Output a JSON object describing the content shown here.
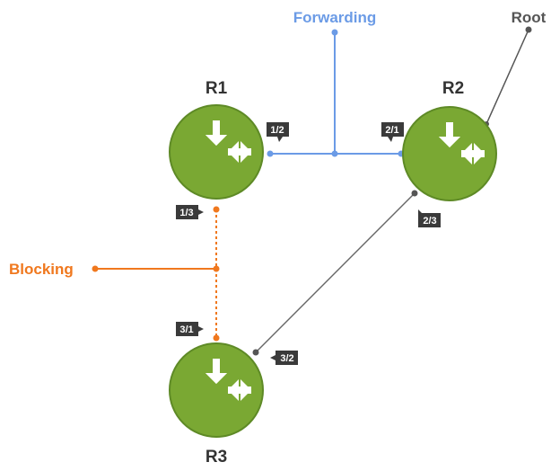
{
  "routers": [
    {
      "id": "R1",
      "label": "R1"
    },
    {
      "id": "R2",
      "label": "R2"
    },
    {
      "id": "R3",
      "label": "R3"
    }
  ],
  "ports": [
    {
      "router": "R1",
      "label": "1/2"
    },
    {
      "router": "R1",
      "label": "1/3"
    },
    {
      "router": "R2",
      "label": "2/1"
    },
    {
      "router": "R2",
      "label": "2/3"
    },
    {
      "router": "R3",
      "label": "3/1"
    },
    {
      "router": "R3",
      "label": "3/2"
    }
  ],
  "links": [
    {
      "from": "R1 1/2",
      "to": "R2 2/1",
      "state": "Forwarding"
    },
    {
      "from": "R1 1/3",
      "to": "R3 3/1",
      "state": "Blocking"
    },
    {
      "from": "R2 2/3",
      "to": "R3 3/2",
      "state": ""
    }
  ],
  "annotations": {
    "forwarding": "Forwarding",
    "blocking": "Blocking",
    "root": "Root"
  },
  "colors": {
    "router_fill": "#7aa833",
    "router_stroke": "#5e8a26",
    "forwarding": "#6b9be6",
    "blocking": "#f0781e",
    "neutral_line": "#666666",
    "callout_bg": "#3a3a3a",
    "text_dark": "#333333",
    "callout_text": "#ffffff"
  },
  "icons": {
    "router": "router-arrows-icon"
  }
}
